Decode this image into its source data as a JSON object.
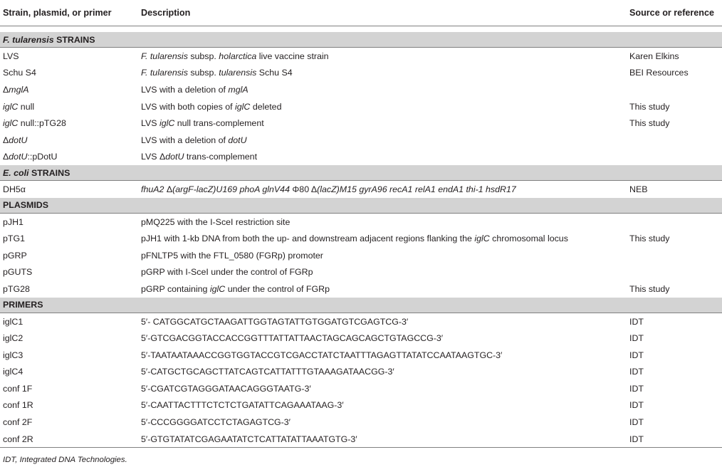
{
  "headers": [
    "Strain, plasmid, or primer",
    "Description",
    "Source or reference"
  ],
  "sections": [
    {
      "title_html": "<i>F. tularensis</i> STRAINS",
      "rows": [
        {
          "name": "LVS",
          "desc": "<i>F. tularensis</i> subsp. <i>holarctica</i> live vaccine strain",
          "src": "Karen Elkins"
        },
        {
          "name": "Schu S4",
          "desc": "<i>F. tularensis</i> subsp. <i>tularensis</i> Schu S4",
          "src": "BEI Resources"
        },
        {
          "name": "Δ<i>mglA</i>",
          "desc": "LVS with a deletion of <i>mglA</i>",
          "src": ""
        },
        {
          "name": "<i>iglC</i> null",
          "desc": "LVS with both copies of <i>iglC</i> deleted",
          "src": "This study"
        },
        {
          "name": "<i>iglC</i> null::pTG28",
          "desc": "LVS <i>iglC</i> null trans-complement",
          "src": "This study"
        },
        {
          "name": "Δ<i>dotU</i>",
          "desc": "LVS with a deletion of <i>dotU</i>",
          "src": ""
        },
        {
          "name": "Δ<i>dotU</i>::pDotU",
          "desc": "LVS Δ<i>dotU</i> trans-complement",
          "src": ""
        }
      ]
    },
    {
      "title_html": "<i>E. coli</i> STRAINS",
      "rows": [
        {
          "name": "DH5α",
          "desc": "<i>fhuA2</i> Δ<i>(argF-lacZ)U169 phoA glnV44</i> Φ80 Δ<i>(lacZ)M15 gyrA96 recA1 relA1 endA1 thi-1 hsdR17</i>",
          "src": "NEB"
        }
      ]
    },
    {
      "title_html": "PLASMIDS",
      "rows": [
        {
          "name": "pJH1",
          "desc": "pMQ225 with the I-SceI restriction site",
          "src": ""
        },
        {
          "name": "pTG1",
          "desc": "pJH1 with 1-kb DNA from both the up- and downstream adjacent regions flanking the <i>iglC</i> chromosomal locus",
          "src": "This study"
        },
        {
          "name": "pGRP",
          "desc": "pFNLTP5 with the FTL_0580 (FGRp) promoter",
          "src": ""
        },
        {
          "name": "pGUTS",
          "desc": "pGRP with I-SceI under the control of FGRp",
          "src": ""
        },
        {
          "name": "pTG28",
          "desc": "pGRP containing <i>iglC</i> under the control of FGRp",
          "src": "This study"
        }
      ]
    },
    {
      "title_html": "PRIMERS",
      "rows": [
        {
          "name": "iglC1",
          "desc": "5′- CATGGCATGCTAAGATTGGTAGTATTGTGGATGTCGAGTCG-3′",
          "src": "IDT"
        },
        {
          "name": "iglC2",
          "desc": "5′-GTCGACGGTACCACCGGTTTATTATTAACTAGCAGCAGCTGTAGCCG-3′",
          "src": "IDT"
        },
        {
          "name": "iglC3",
          "desc": "5′-TAATAATAAACCGGTGGTACCGTCGACCTATCTAATTTAGAGTTATATCCAATAAGTGC-3′",
          "src": "IDT"
        },
        {
          "name": "iglC4",
          "desc": "5′-CATGCTGCAGCTTATCAGTCATTATTTGTAAAGATAACGG-3′",
          "src": "IDT"
        },
        {
          "name": "conf 1F",
          "desc": "5′-CGATCGTAGGGATAACAGGGTAATG-3′",
          "src": "IDT"
        },
        {
          "name": "conf 1R",
          "desc": "5′-CAATTACTTTCTCTCTGATATTCAGAAATAAG-3′",
          "src": "IDT"
        },
        {
          "name": "conf 2F",
          "desc": "5′-CCCGGGGATCCTCTAGAGTCG-3′",
          "src": "IDT"
        },
        {
          "name": "conf 2R",
          "desc": "5′-GTGTATATCGAGAATATCTCATTATATTAAATGTG-3′",
          "src": "IDT"
        }
      ]
    }
  ],
  "footnote_html": "IDT, Integrated DNA Technologies."
}
